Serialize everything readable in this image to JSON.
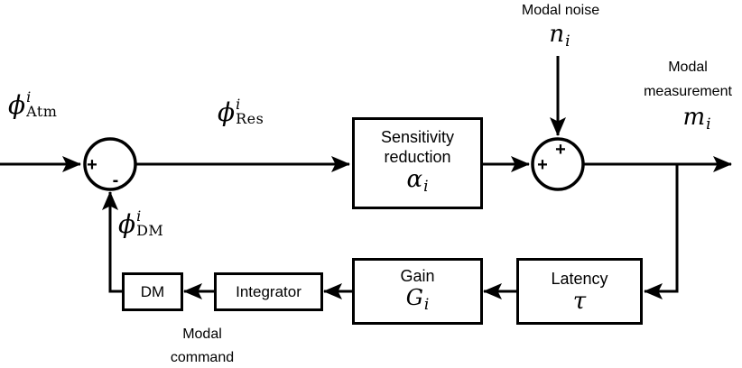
{
  "diagram": {
    "background": "#ffffff",
    "line_color": "#000000",
    "signals": {
      "atm": {
        "base": "ϕ",
        "sup": "i",
        "sub": "Atm"
      },
      "res": {
        "base": "ϕ",
        "sup": "i",
        "sub": "Res"
      },
      "dm": {
        "base": "ϕ",
        "sup": "i",
        "sub": "DM"
      }
    },
    "noise": {
      "caption": "Modal noise",
      "sym": "n",
      "sym_sub": "i"
    },
    "measurement": {
      "caption1": "Modal",
      "caption2": "measurement",
      "sym": "m",
      "sym_sub": "i"
    },
    "command": {
      "caption1": "Modal",
      "caption2": "command"
    },
    "blocks": {
      "sensitivity": {
        "line1": "Sensitivity",
        "line2": "reduction",
        "sym": "α",
        "sym_sub": "i"
      },
      "gain": {
        "title": "Gain",
        "sym": "G",
        "sym_sub": "i"
      },
      "latency": {
        "title": "Latency",
        "sym": "τ"
      },
      "integrator": {
        "title": "Integrator"
      },
      "dm": {
        "title": "DM"
      }
    },
    "sum1": {
      "left": "+",
      "bottom": "-"
    },
    "sum2": {
      "top": "+",
      "left": "+"
    }
  }
}
